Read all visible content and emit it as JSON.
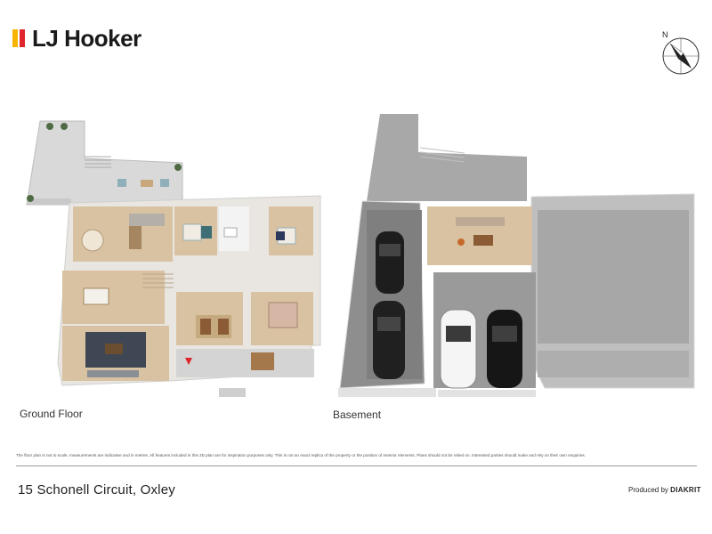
{
  "brand": {
    "name": "LJ Hooker",
    "colors": {
      "red": "#e0262c",
      "yellow": "#f7b500",
      "text": "#1a1a1a"
    }
  },
  "compass": {
    "north_label": "N",
    "icon": "compass-icon"
  },
  "plans": {
    "ground_label": "Ground Floor",
    "basement_label": "Basement"
  },
  "disclaimer": "The floor plan is not to scale, measurements are indicative and in metres. All features included in this 3D plan are for inspiration purposes only. This is not an exact replica of the property or the position of exterior elements. Plans should not be relied on. Interested parties should make and rely on their own enquiries.",
  "address": "15 Schonell Circuit, Oxley",
  "producer": {
    "prefix": "Produced by",
    "name": "DIAKRIT"
  }
}
